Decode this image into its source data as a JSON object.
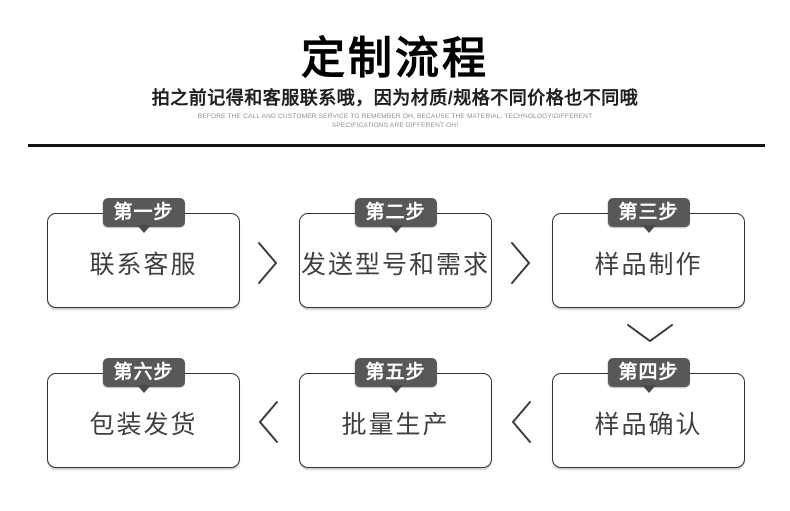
{
  "header": {
    "title": "定制流程",
    "subtitle": "拍之前记得和客服联系哦，因为材质/规格不同价格也不同哦",
    "subtitle_en_line1": "BEFORE THE CALL AND CUSTOMER SERVICE TO REMEMBER OH, BECAUSE THE MATERIAL, TECHNOLOGY\\DIFFERENT",
    "subtitle_en_line2": "SPECIFICATIONS ARE DIFFERENT OH!"
  },
  "steps": [
    {
      "label": "第一步",
      "text": "联系客服"
    },
    {
      "label": "第二步",
      "text": "发送型号和需求"
    },
    {
      "label": "第三步",
      "text": "样品制作"
    },
    {
      "label": "第四步",
      "text": "样品确认"
    },
    {
      "label": "第五步",
      "text": "批量生产"
    },
    {
      "label": "第六步",
      "text": "包装发货"
    }
  ],
  "icons": {
    "forward_arrow": "chevron-right-icon",
    "backward_arrow": "chevron-left-icon",
    "turn_arrow": "chevron-down-icon"
  },
  "colors": {
    "tab_background": "#57585a",
    "tab_pointer": "#48494b",
    "box_border": "#333333",
    "box_text": "#404040",
    "divider": "#141414",
    "arrow": "#3a3a3a",
    "title": "#000000",
    "subtitle_en": "#8f8f8f"
  }
}
